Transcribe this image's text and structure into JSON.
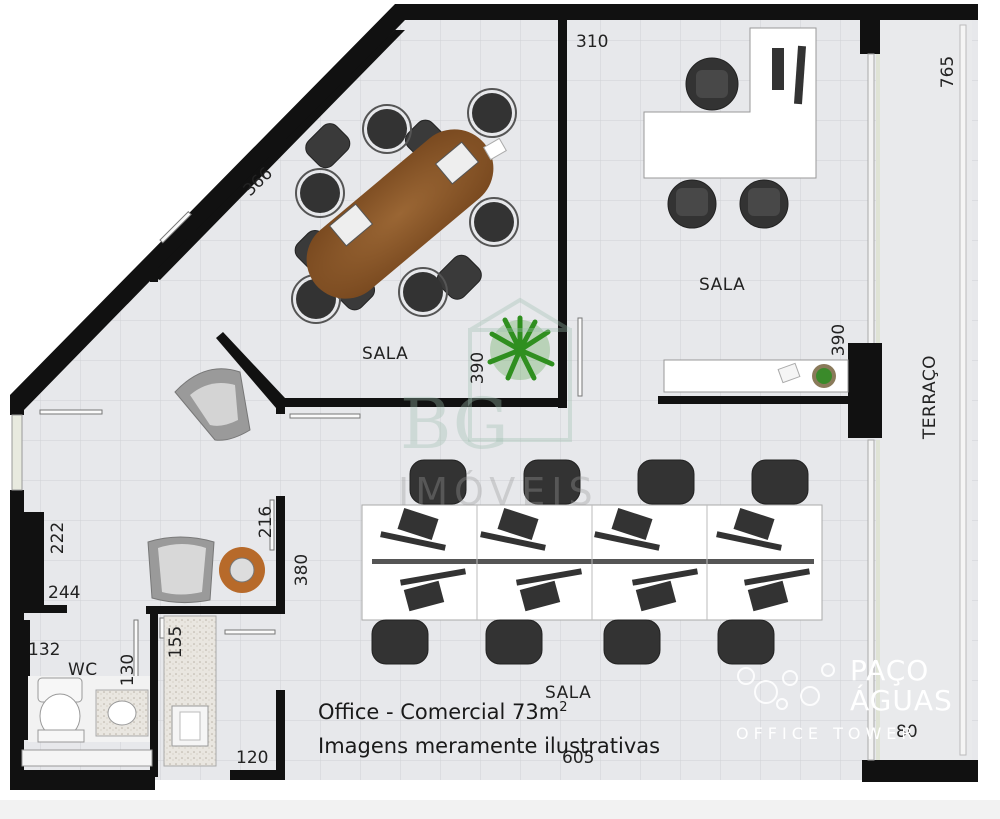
{
  "rooms": {
    "meeting": "SALA",
    "office_top_right": "SALA",
    "open_office": "SALA",
    "wc": "WC",
    "terrace": "TERRAÇO"
  },
  "dimensions": {
    "d366": "366",
    "d310": "310",
    "d765": "765",
    "d390_meeting": "390",
    "d390_right": "390",
    "d222": "222",
    "d244": "244",
    "d216": "216",
    "d380": "380",
    "d155": "155",
    "d132": "132",
    "d130": "130",
    "d120": "120",
    "d605": "605",
    "d80": "80"
  },
  "caption": {
    "line1": "Office - Comercial 73m",
    "sup": "2",
    "line2": "Imagens meramente ilustrativas"
  },
  "watermark": {
    "letters": "BG",
    "sub": "IMÓVEIS"
  },
  "brand": {
    "line1": "PAÇO",
    "line2": "ÁGUAS",
    "line3": "OFFICE TOWER"
  },
  "colors": {
    "wall": "#111111",
    "floor": "#e6e7ea",
    "grid": "#cfd1d5",
    "table_wood": "#8b5a2b",
    "desk": "#ffffff",
    "chair": "#3a3a3a",
    "plant": "#2f8f1f",
    "watermark": "#9fbfb0"
  }
}
